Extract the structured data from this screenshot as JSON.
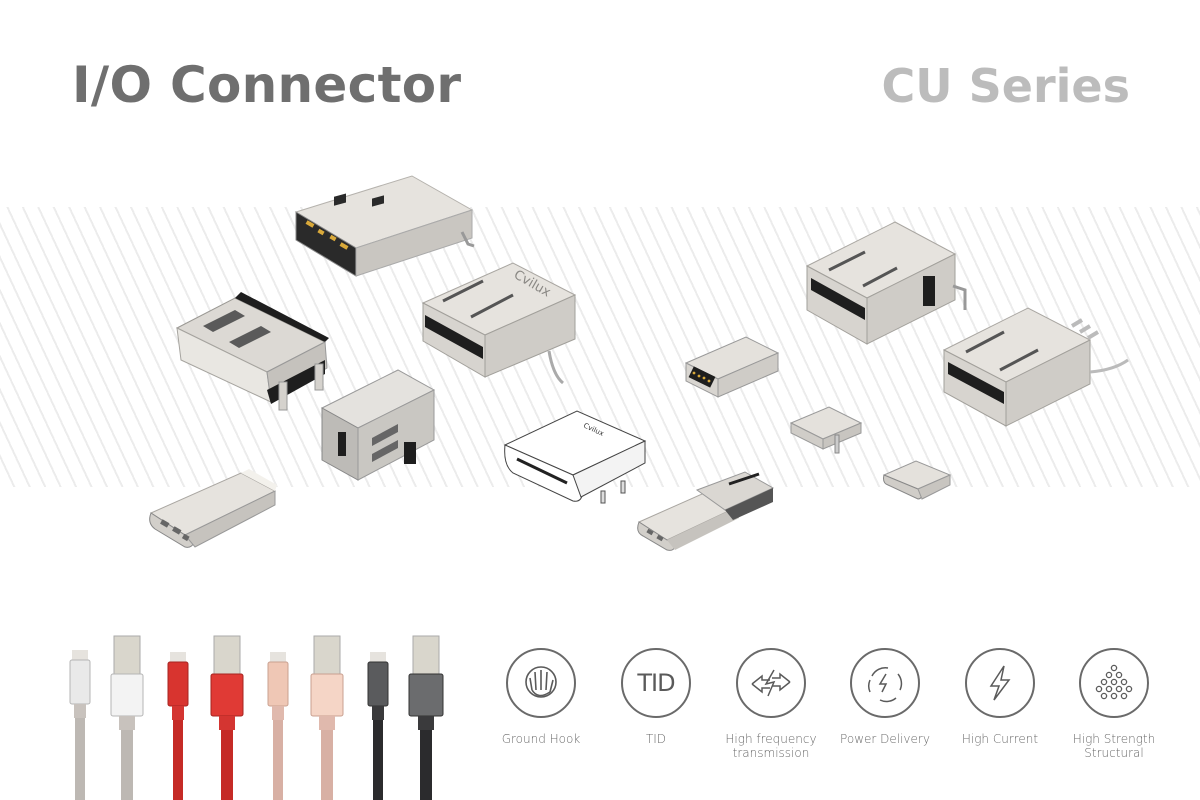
{
  "header": {
    "title": "I/O Connector",
    "series": "CU Series"
  },
  "colors": {
    "title": "#6f6f6f",
    "series": "#bcbcbc",
    "stripe": "#ececec",
    "icon_stroke": "#6a6a6a",
    "metal": "#d9d6d0",
    "metal_dark": "#9c9a96",
    "insulator": "#1e1e1e",
    "gold": "#d9a93a"
  },
  "products": [
    {
      "id": "usb-a-plug",
      "type": "USB Type-A Plug",
      "branding": ""
    },
    {
      "id": "hdmi-receptacle",
      "type": "HDMI Receptacle",
      "branding": ""
    },
    {
      "id": "usb-a-receptacle-1",
      "type": "USB Type-A Receptacle",
      "branding": "Cvilux"
    },
    {
      "id": "usb-a-vertical",
      "type": "USB Type-A Vertical Receptacle",
      "branding": ""
    },
    {
      "id": "usb-c-receptacle",
      "type": "USB Type-C Receptacle (outline)",
      "branding": "Cvilux"
    },
    {
      "id": "usb-c-plug-left",
      "type": "USB Type-C Plug",
      "branding": ""
    },
    {
      "id": "usb-c-plug-right",
      "type": "USB Type-C Plug",
      "branding": ""
    },
    {
      "id": "mini-usb",
      "type": "Mini USB Receptacle",
      "branding": ""
    },
    {
      "id": "micro-usb",
      "type": "Micro USB Receptacle",
      "branding": ""
    },
    {
      "id": "usb-c-small",
      "type": "USB Type-C Mid-mount",
      "branding": ""
    },
    {
      "id": "usb-a-receptacle-2",
      "type": "USB Type-A Receptacle",
      "branding": ""
    },
    {
      "id": "usb-a-receptacle-3",
      "type": "USB Type-A Receptacle",
      "branding": ""
    }
  ],
  "cables": [
    {
      "connector": "lightning",
      "color": "silver",
      "body": "#e9e9e9",
      "braid": "#bdb8b3"
    },
    {
      "connector": "usb-a",
      "color": "silver",
      "body": "#f3f3f3",
      "braid": "#bdb8b3"
    },
    {
      "connector": "lightning",
      "color": "red",
      "body": "#d8342f",
      "braid": "#c52a26"
    },
    {
      "connector": "usb-a",
      "color": "red",
      "body": "#e03a35",
      "braid": "#c52a26"
    },
    {
      "connector": "lightning",
      "color": "rose-gold",
      "body": "#efc7b5",
      "braid": "#d8b0a4"
    },
    {
      "connector": "usb-a",
      "color": "rose-gold",
      "body": "#f5d5c6",
      "braid": "#d8b0a4"
    },
    {
      "connector": "lightning",
      "color": "space-gray",
      "body": "#5a5b5d",
      "braid": "#2b2b2d"
    },
    {
      "connector": "usb-a",
      "color": "space-gray",
      "body": "#6b6c6e",
      "braid": "#2b2b2d"
    }
  ],
  "features": [
    {
      "icon": "hand-icon",
      "label_line1": "Ground Hook",
      "label_line2": ""
    },
    {
      "icon": "tid-icon",
      "icon_text": "TID",
      "label_line1": "TID",
      "label_line2": ""
    },
    {
      "icon": "bidirectional-lightning-icon",
      "label_line1": "High frequency",
      "label_line2": "transmission"
    },
    {
      "icon": "power-cycle-icon",
      "label_line1": "Power Delivery",
      "label_line2": ""
    },
    {
      "icon": "lightning-icon",
      "label_line1": "High Current",
      "label_line2": ""
    },
    {
      "icon": "lattice-structure-icon",
      "label_line1": "High Strength",
      "label_line2": "Structural"
    }
  ]
}
